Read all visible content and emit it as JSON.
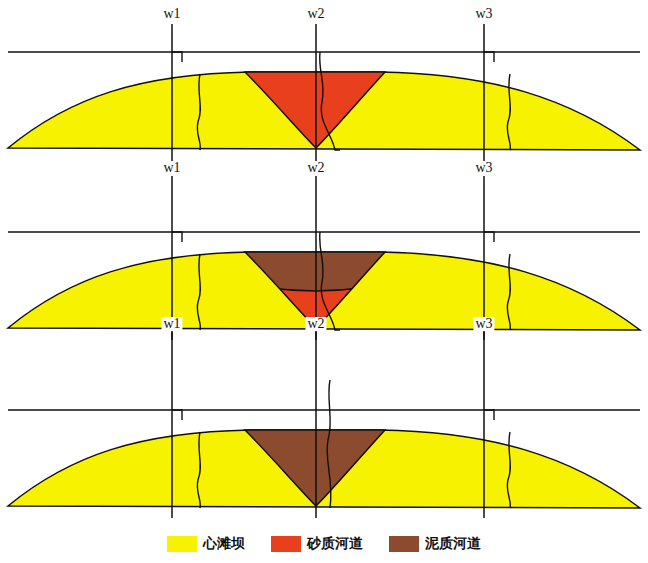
{
  "diagram": {
    "labels": [
      "w1",
      "w2",
      "w3",
      "w1",
      "w2",
      "w3",
      "w1",
      "w2",
      "w3"
    ],
    "legend": [
      {
        "text": "心滩坝",
        "color": "#f7f200"
      },
      {
        "text": "砂质河道",
        "color": "#e8401c"
      },
      {
        "text": "泥质河道",
        "color": "#8c4a2f"
      }
    ]
  }
}
